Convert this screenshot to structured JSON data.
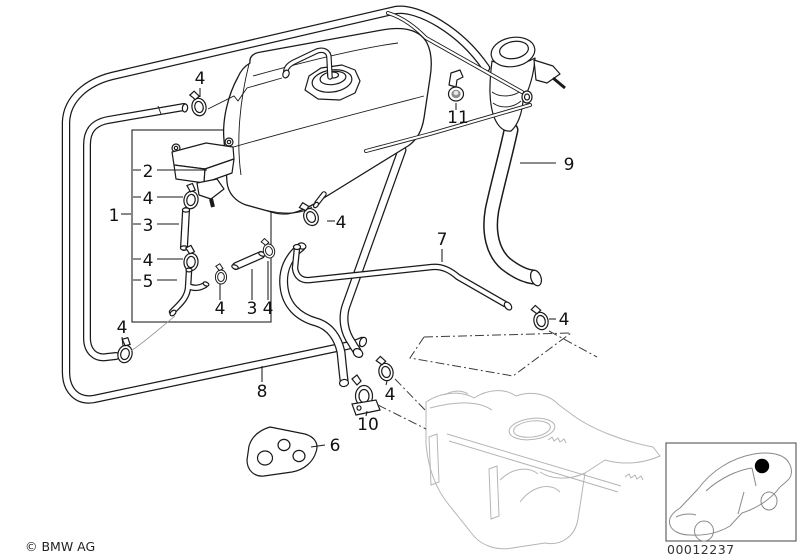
{
  "colors": {
    "background": "#ffffff",
    "line": "#1a1a1a",
    "ghost_line": "#b5b5b5",
    "dash_line": "#3c3c3c",
    "text": "#111111",
    "location_dot": "#000000"
  },
  "callouts": {
    "assembly_1": "1",
    "sensor_2": "2",
    "hose_3_upper": "3",
    "clamp_4_top": "4",
    "clamp_4_upper": "4",
    "clamp_4_mid": "4",
    "y_hose_5": "5",
    "clamp_4_box_bl": "4",
    "hose_3_box": "3",
    "clamp_4_box_br": "4",
    "clamp_4_left": "4",
    "clamp_4_tank": "4",
    "grommet_plate_6": "6",
    "pipe_7": "7",
    "vent_hose_8": "8",
    "filler_pipe_9": "9",
    "clamp_10": "10",
    "grommet_11": "11",
    "clamp_4_bottom": "4",
    "clamp_4_neck": "4"
  },
  "footer": {
    "copyright": "© BMW AG",
    "diagram_number": "00012237"
  }
}
